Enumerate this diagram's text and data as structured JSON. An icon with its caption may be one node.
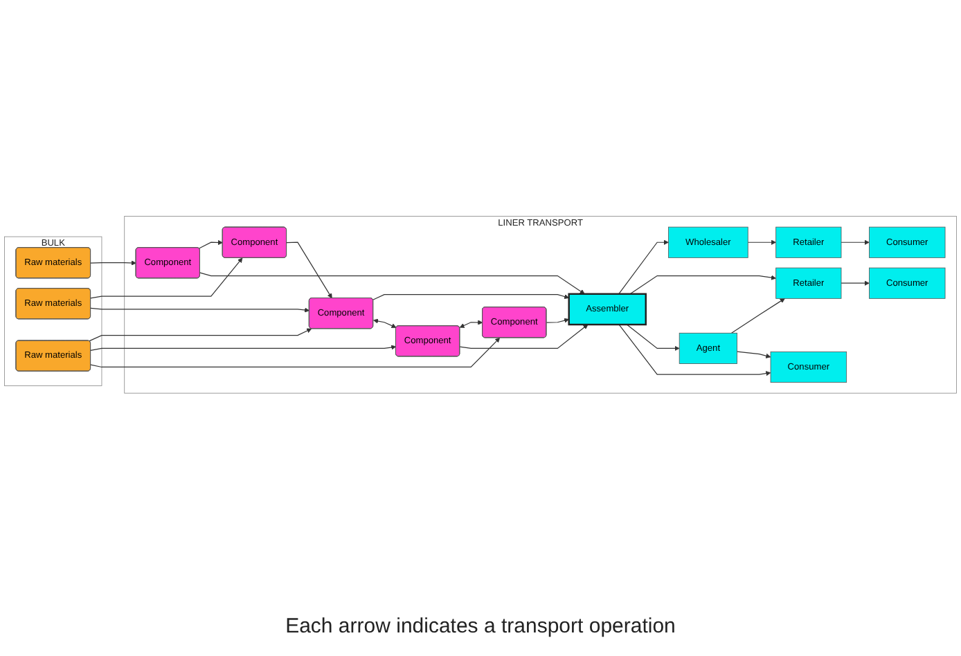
{
  "diagram": {
    "nodes": [
      {
        "text": [
          "BULK"
        ]
      },
      {
        "text": [
          "Raw materials"
        ],
        "in": 0
      },
      {
        "text": [
          "Raw materials"
        ],
        "in": 0
      },
      {
        "text": [
          "Raw materials"
        ],
        "in": 0
      },
      {
        "text": [
          "LINER TRANSPORT"
        ]
      },
      {
        "text": [
          "Component"
        ],
        "in": 4
      },
      {
        "text": [
          "Component"
        ],
        "in": 4
      },
      {
        "text": [
          "Assembler"
        ],
        "in": 4
      },
      {
        "text": [
          "Wholesaler"
        ],
        "in": 4
      },
      {
        "text": [
          "Retailer"
        ],
        "in": 4
      },
      {
        "text": [
          "Consumer"
        ],
        "in": 4
      },
      {
        "text": [
          "Retailer"
        ],
        "in": 4
      },
      {
        "text": [
          "Consumer"
        ],
        "in": 4
      },
      {
        "text": [
          "Component"
        ],
        "in": 4
      },
      {
        "text": [
          "Agent"
        ],
        "in": 4
      },
      {
        "text": [
          "Component"
        ],
        "in": 4
      },
      {
        "text": [
          "Consumer"
        ],
        "in": 4
      },
      {
        "text": [
          "Component"
        ],
        "in": 4
      }
    ],
    "edges": [
      {
        "from": 1,
        "to": 5,
        "arrow": "to"
      },
      {
        "from": 5,
        "to": 6,
        "arrow": "to"
      },
      {
        "from": 5,
        "to": 7,
        "arrow": "to"
      },
      {
        "from": 2,
        "to": 6,
        "arrow": "to"
      },
      {
        "from": 2,
        "to": 13,
        "arrow": "to"
      },
      {
        "from": 6,
        "to": 13,
        "arrow": "to"
      },
      {
        "from": 7,
        "to": 8,
        "arrow": "to"
      },
      {
        "from": 8,
        "to": 9,
        "arrow": "to"
      },
      {
        "from": 9,
        "to": 10,
        "arrow": "to"
      },
      {
        "from": 7,
        "to": 11,
        "arrow": "to"
      },
      {
        "from": 11,
        "to": 12,
        "arrow": "to"
      },
      {
        "from": 7,
        "to": 14,
        "arrow": "to"
      },
      {
        "from": 7,
        "to": 16,
        "arrow": "to"
      },
      {
        "from": 14,
        "to": 11,
        "arrow": "to"
      },
      {
        "from": 14,
        "to": 16,
        "arrow": "to"
      },
      {
        "from": 13,
        "to": 7,
        "arrow": "to"
      },
      {
        "from": 3,
        "to": 13,
        "arrow": "to"
      },
      {
        "from": 3,
        "to": 15,
        "arrow": "to"
      },
      {
        "from": 3,
        "to": 17,
        "arrow": "to"
      },
      {
        "from": 13,
        "to": 15,
        "arrow": "both"
      },
      {
        "from": 15,
        "to": 17,
        "arrow": "both"
      },
      {
        "from": 15,
        "to": 7,
        "arrow": "to"
      },
      {
        "from": 17,
        "to": 7,
        "arrow": "to"
      }
    ],
    "labels": [
      "Each arrow indicates a transport operation"
    ]
  }
}
